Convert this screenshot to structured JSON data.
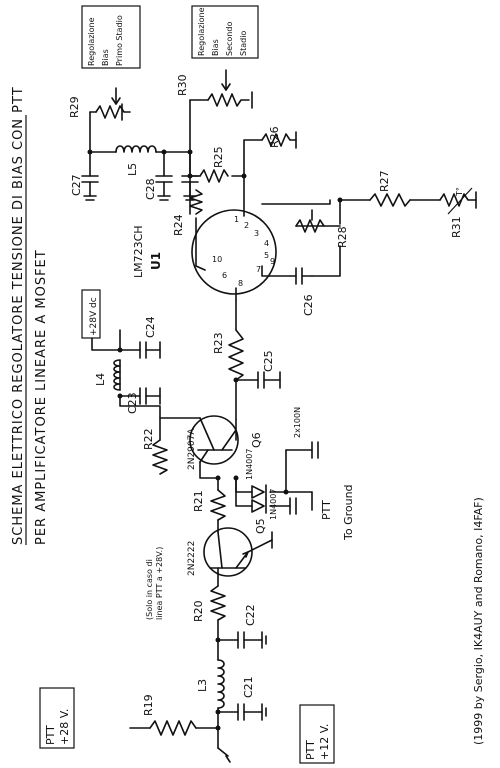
{
  "title": {
    "line1": "SCHEMA ELETTRICO REGOLATORE TENSIONE DI BIAS CON PTT",
    "line2": "PER AMPLIFICATORE LINEARE A MOSFET"
  },
  "credit": "(1999 by Sergio, IK4AUY and Romano, I4FAF)",
  "notes": {
    "bias1": [
      "Regolazione",
      "Bias",
      "Primo Stadio"
    ],
    "bias2": [
      "Regolazione",
      "Bias",
      "Secondo",
      "Stadio"
    ],
    "ptt_note": [
      "(Solo in caso di",
      "linea PTT a +28V.)"
    ],
    "to_ground": "To Ground"
  },
  "boxes": {
    "ptt28": [
      "PTT",
      "+28 V."
    ],
    "ptt12": [
      "PTT",
      "+12 V."
    ],
    "v28dc": "+28V dc"
  },
  "ic": {
    "name": "LM723CH",
    "ref": "U1",
    "pins": [
      "1",
      "2",
      "3",
      "4",
      "5",
      "6",
      "7",
      "8",
      "9",
      "10"
    ]
  },
  "components": {
    "r19": "R19",
    "r20": "R20",
    "r21": "R21",
    "r22": "R22",
    "r23": "R23",
    "r24": "R24",
    "r25": "R25",
    "r26": "R26",
    "r27": "R27",
    "r28": "R28",
    "r29": "R29",
    "r30": "R30",
    "r31": "R31",
    "c21": "C21",
    "c22": "C22",
    "c23": "C23",
    "c24": "C24",
    "c25": "C25",
    "c26": "C26",
    "c27": "C27",
    "c28": "C28",
    "l3": "L3",
    "l4": "L4",
    "l5": "L5",
    "q5": "Q5",
    "q5_type": "2N2222",
    "q6": "Q6",
    "q6_type": "2N2907A",
    "d1": "1N4007",
    "d2": "1N4007",
    "cap_pair": "2x100N",
    "ptt": "PTT",
    "t_symbol": "T°"
  }
}
